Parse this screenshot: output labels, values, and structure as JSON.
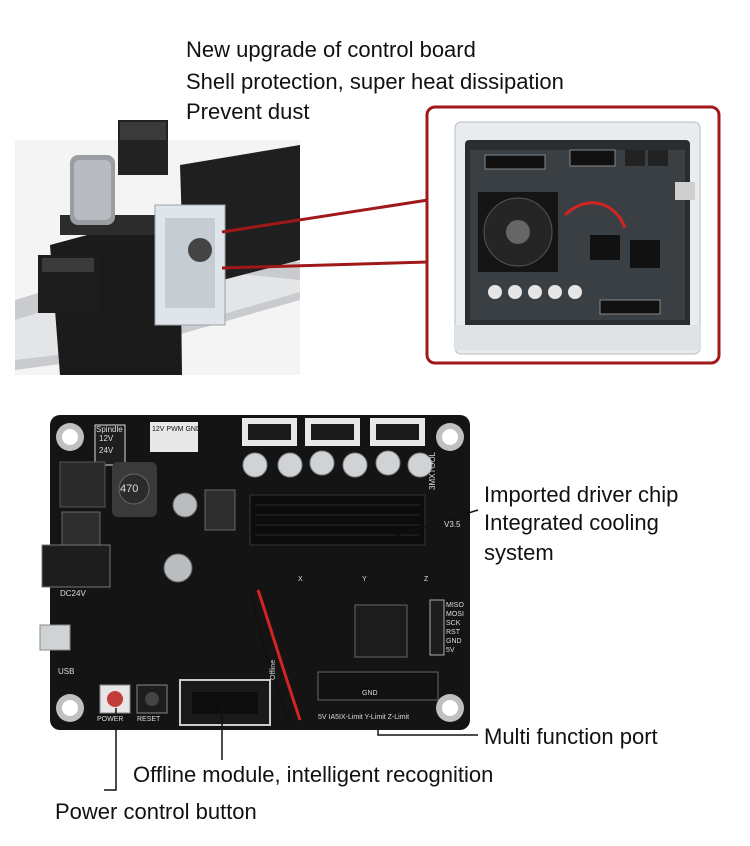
{
  "headline": {
    "line1": "New  upgrade of control board",
    "line2": "Shell protection,  super heat dissipation",
    "line3": "Prevent dust"
  },
  "callouts": {
    "driver_chip": "Imported driver chip",
    "cooling_1": "Integrated cooling",
    "cooling_2": "system",
    "multi_port": "Multi function port",
    "offline_module": "Offline module, intelligent recognition",
    "power_button": "Power control button"
  },
  "board_labels": {
    "spindle": "Spindle",
    "v12": "12V",
    "v24": "24V",
    "pwm": "12V PWM GND",
    "brand": "3MXTOOL",
    "version": "V3.5",
    "inductor": "470",
    "dc24v": "DC24V",
    "usb": "USB",
    "power": "POWER",
    "reset": "RESET",
    "offline": "Offline",
    "gnd": "GND",
    "limits": "5V IA5IX-Limit Y-Limit Z-Limit",
    "miso": "MISO",
    "mosi": "MOSI",
    "sck": "SCK",
    "rst": "RST",
    "gnd2": "GND",
    "v5": "5V",
    "axis_x": "X",
    "axis_y": "Y",
    "axis_z": "Z"
  },
  "colors": {
    "callout_red": "#a01818",
    "callout_line": "#111111",
    "pcb": "#141414",
    "wire_red": "#d22424"
  }
}
